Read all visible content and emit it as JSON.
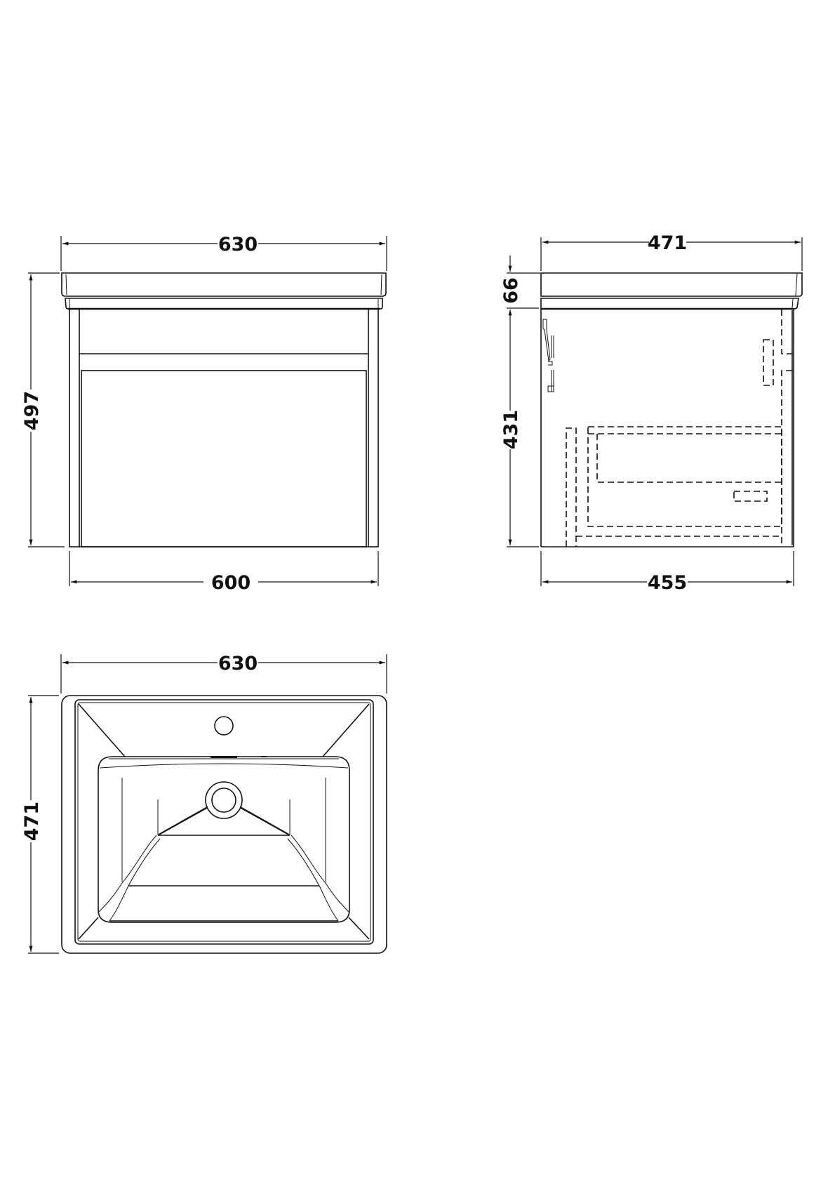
{
  "drawing": {
    "type": "technical-dimension-drawing",
    "subject": "wall hung vanity unit with basin",
    "units": "mm",
    "line_color": "#111111",
    "background": "#ffffff"
  },
  "front_view": {
    "label": "front-elevation",
    "dimensions": {
      "basin_width": "630",
      "overall_height": "497",
      "cabinet_width": "600"
    }
  },
  "side_view": {
    "label": "side-elevation",
    "dimensions": {
      "basin_depth": "471",
      "basin_height": "66",
      "cabinet_height": "431",
      "cabinet_depth": "455"
    }
  },
  "top_view": {
    "label": "plan-view",
    "dimensions": {
      "basin_width": "630",
      "basin_depth": "471"
    },
    "features": [
      "tap-hole",
      "overflow-slot",
      "waste-outlet"
    ]
  }
}
